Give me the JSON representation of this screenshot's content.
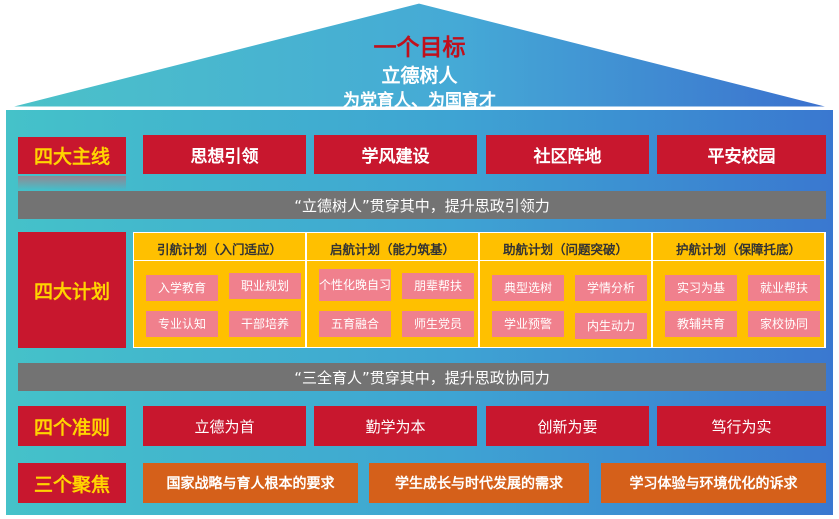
{
  "goal": {
    "title": "一个目标",
    "subtitle1": "立德树人",
    "subtitle2": "为党育人、为国育才"
  },
  "main_lines": {
    "label": "四大主线",
    "items": [
      "思想引领",
      "学风建设",
      "社区阵地",
      "平安校园"
    ]
  },
  "bar1": "“立德树人”贯穿其中，提升思政引领力",
  "plans": {
    "label": "四大计划",
    "groups": [
      {
        "title": "引航计划（入门适应）",
        "items": [
          "入学教育",
          "职业规划",
          "专业认知",
          "干部培养"
        ]
      },
      {
        "title": "启航计划（能力筑基）",
        "items": [
          "个性化晚自习",
          "朋辈帮扶",
          "五育融合",
          "师生党员"
        ]
      },
      {
        "title": "助航计划（问题突破）",
        "items": [
          "典型选树",
          "学情分析",
          "学业预警",
          "内生动力"
        ]
      },
      {
        "title": "护航计划（保障托底）",
        "items": [
          "实习为基",
          "就业帮扶",
          "教辅共育",
          "家校协同"
        ]
      }
    ]
  },
  "bar2": "“三全育人”贯穿其中，提升思政协同力",
  "principles": {
    "label": "四个准则",
    "items": [
      "立德为首",
      "勤学为本",
      "创新为要",
      "笃行为实"
    ]
  },
  "focus": {
    "label": "三个聚焦",
    "items": [
      "国家战略与育人根本的要求",
      "学生成长与时代发展的需求",
      "学习体验与环境优化的诉求"
    ]
  }
}
